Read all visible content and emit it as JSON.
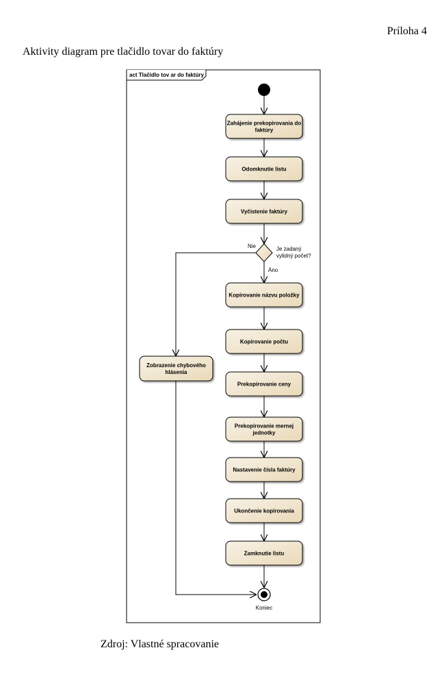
{
  "page": {
    "annex_label": "Príloha 4",
    "title": "Aktivity diagram pre tlačidlo tovar do faktúry",
    "source": "Zdroj: Vlastné spracovanie"
  },
  "diagram": {
    "frame_title": "act Tlačidlo tov ar do faktúry",
    "actions": [
      {
        "id": "a1",
        "lines": [
          "Zahájenie prekopirovania do",
          "faktúry"
        ]
      },
      {
        "id": "a2",
        "lines": [
          "Odomknutie listu"
        ]
      },
      {
        "id": "a3",
        "lines": [
          "Vyčistenie faktúry"
        ]
      },
      {
        "id": "a4",
        "lines": [
          "Kopírovanie názvu položky"
        ]
      },
      {
        "id": "a5",
        "lines": [
          "Kopírovanie počtu"
        ]
      },
      {
        "id": "a6",
        "lines": [
          "Prekopírovanie ceny"
        ]
      },
      {
        "id": "a7",
        "lines": [
          "Prekopírovanie mernej",
          "jednotky"
        ]
      },
      {
        "id": "a8",
        "lines": [
          "Nastavenie čísla faktúry"
        ]
      },
      {
        "id": "a9",
        "lines": [
          "Ukončenie kopírovania"
        ]
      },
      {
        "id": "a10",
        "lines": [
          "Zamknutie listu"
        ]
      },
      {
        "id": "err",
        "lines": [
          "Zobrazenie chybového",
          "hlásenia"
        ]
      }
    ],
    "decision": {
      "question_lines": [
        "Je zadaný",
        "vylidný počet?"
      ],
      "yes_label": "Áno",
      "no_label": "Nie"
    },
    "final_label": "Koniec",
    "colors": {
      "action_top": "#f7f2e6",
      "action_bottom": "#ead9b8",
      "stroke": "#000000",
      "frame": "#000000"
    }
  }
}
